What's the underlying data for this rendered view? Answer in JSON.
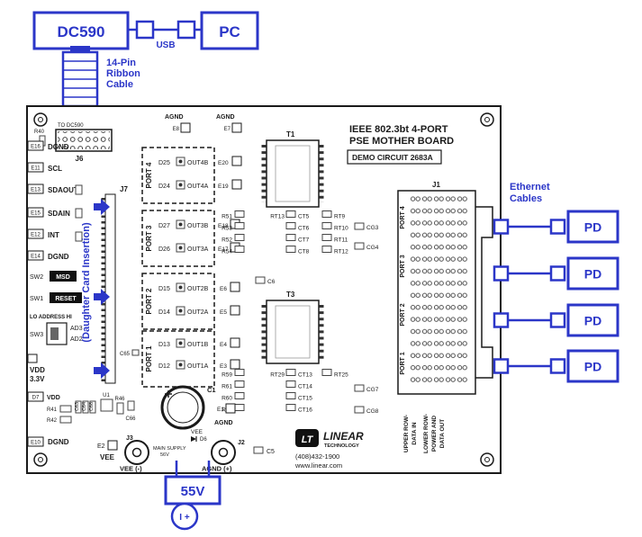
{
  "colors": {
    "accent": "#2b36c8",
    "ink": "#1a1a1a"
  },
  "external": {
    "dc590": "DC590",
    "usb": "USB",
    "pc": "PC",
    "ribbon": [
      "14-Pin",
      "Ribbon",
      "Cable"
    ],
    "ethernet": [
      "Ethernet",
      "Cables"
    ],
    "pd": "PD",
    "supply": "55V",
    "supply_symbol": "I +"
  },
  "board": {
    "to_dc590": "TO DC590",
    "j6": "J6",
    "r40": "R40",
    "j7": "J7",
    "c65": "C65",
    "daughter_card": "(Daughter Card Insertion)",
    "agnd_left": "AGND",
    "e8": "E8",
    "agnd_right": "AGND",
    "e7": "E7",
    "t1": "T1",
    "t3": "T3",
    "title1": "IEEE 802.3bt 4-PORT",
    "title2": "PSE MOTHER BOARD",
    "title3": "DEMO CIRCUIT 2683A",
    "j1": "J1",
    "j1_ports": [
      "PORT 4",
      "PORT 3",
      "PORT 2",
      "PORT 1"
    ],
    "vtext": [
      "UPPER ROW-",
      "DATA IN",
      "LOWER ROW-",
      "POWER AND",
      "DATA OUT"
    ],
    "left_terminals": [
      {
        "e": "E16",
        "label": "DGND"
      },
      {
        "e": "E11",
        "label": "SCL"
      },
      {
        "e": "E13",
        "label": "SDAOUT"
      },
      {
        "e": "E15",
        "label": "SDAIN"
      },
      {
        "e": "E12",
        "label": "INT"
      },
      {
        "e": "E14",
        "label": "DGND"
      }
    ],
    "sw2": "SW2",
    "msd": "MSD",
    "sw1": "SW1",
    "reset": "RESET",
    "address": "LO ADDRESS HI",
    "sw3": "SW3",
    "ad3": "AD3",
    "ad2": "AD2",
    "vdd": "VDD",
    "v33": "3.3V",
    "d7": "D7",
    "vdd2": "VDD",
    "r41": "R41",
    "r42": "R42",
    "c63": "C63",
    "c64": "C64",
    "c68": "C68",
    "u1": "U1",
    "r46": "R46",
    "c66": "C66",
    "dgnd_bottom": "DGND",
    "e10": "E10",
    "ports": [
      {
        "name": "PORT 4",
        "d1": "D25",
        "o1": "OUT4B",
        "e1": "E20",
        "d2": "D24",
        "o2": "OUT4A",
        "e2": "E19"
      },
      {
        "name": "PORT 3",
        "d1": "D27",
        "o1": "OUT3B",
        "e1": "E18",
        "d2": "D26",
        "o2": "OUT3A",
        "e2": "E17"
      },
      {
        "name": "PORT 2",
        "d1": "D15",
        "o1": "OUT2B",
        "e1": "E6",
        "d2": "D14",
        "o2": "OUT2A",
        "e2": "E5"
      },
      {
        "name": "PORT 1",
        "d1": "D13",
        "o1": "OUT1B",
        "e1": "E4",
        "d2": "D12",
        "o2": "OUT1A",
        "e2": "E3"
      }
    ],
    "mid": {
      "r51": "R51",
      "r53": "R53",
      "r52": "R52",
      "r54": "R54",
      "rt13": "RT13",
      "ct5": "CT5",
      "ct6": "CT6",
      "ct7": "CT7",
      "ct8": "CT8",
      "rt9": "RT9",
      "rt10": "RT10",
      "rt11": "RT11",
      "rt12": "RT12",
      "cg3": "CG3",
      "cg4": "CG4",
      "c6": "C6"
    },
    "bottom": {
      "r59": "R59",
      "r61": "R61",
      "r60": "R60",
      "r62": "R62",
      "rt29": "RT29",
      "ct13": "CT13",
      "ct14": "CT14",
      "ct15": "CT15",
      "ct16": "CT16",
      "rt25": "RT25",
      "cg7": "CG7",
      "cg8": "CG8"
    },
    "c1": "C1",
    "e1": "E1",
    "agnd_c1": "AGND",
    "vee_small": "VEE",
    "d6": "D6",
    "e2": "E2",
    "j3": "J3",
    "vee": "VEE",
    "vee_neg": "VEE (-)",
    "main_supply": "MAIN SUPPLY",
    "v56": "56V",
    "j2": "J2",
    "agnd_pos": "AGND (+)",
    "c5": "C5",
    "logo_lt": "LT",
    "logo_linear": "LINEAR",
    "logo_tech": "TECHNOLOGY",
    "phone": "(408)432-1900",
    "web": "www.linear.com"
  }
}
